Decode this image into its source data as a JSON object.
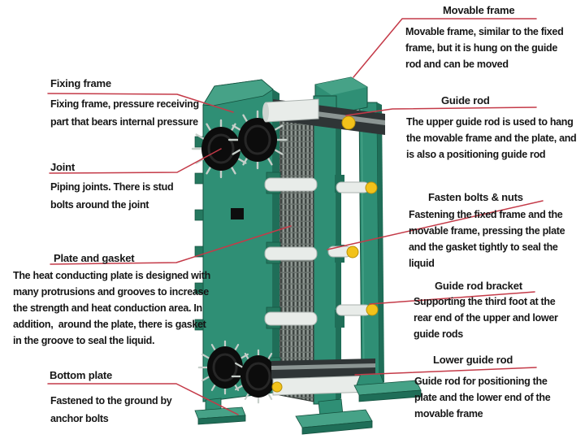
{
  "colors": {
    "background": "#ffffff",
    "text": "#161616",
    "leader_red": "#c43a48",
    "machine_green": "#2f8f75",
    "machine_green_light": "#46a287",
    "machine_green_dark": "#1f6e58",
    "machine_green_edge": "#14523f",
    "plate_dark": "#3f4643",
    "plate_light": "#8d9691",
    "rod_silver": "#e8ece9",
    "rod_silver_shade": "#aab2ae",
    "rod_dark": "#2f3536",
    "rod_dark_highlight": "#8b9593",
    "cap_yellow": "#f2c21a",
    "cap_yellow_edge": "#b8900a",
    "port_black": "#0c0c0c",
    "stud_silver": "#c7cfca"
  },
  "callouts": {
    "fixing_frame": {
      "title": "Fixing frame",
      "lines": [
        "Fixing frame, pressure receiving",
        "part that bears internal pressure"
      ]
    },
    "joint": {
      "title": "Joint",
      "lines": [
        "Piping joints. There is stud",
        "bolts around the joint"
      ]
    },
    "plate_gasket": {
      "title": "Plate and gasket",
      "lines": [
        "The heat conducting plate is designed with",
        "many protrusions and grooves to increase",
        "the strength and heat conduction area. In",
        "addition,  around the plate, there is gasket",
        "in the groove to seal the liquid."
      ]
    },
    "bottom_plate": {
      "title": "Bottom plate",
      "lines": [
        "Fastened to the ground by",
        "anchor bolts"
      ]
    },
    "movable_frame": {
      "title": "Movable frame",
      "lines": [
        "Movable frame, similar to the fixed",
        "frame, but it is hung on the guide",
        "rod and can be moved"
      ]
    },
    "guide_rod": {
      "title": "Guide rod",
      "lines": [
        "The upper guide rod is used to hang",
        "the movable frame and the plate, and",
        "is also a positioning guide rod"
      ]
    },
    "fasten_bolts": {
      "title": "Fasten bolts & nuts",
      "lines": [
        "Fastening the fixed frame and the",
        "movable frame, pressing the plate",
        "and the gasket tightly to seal the",
        "liquid"
      ]
    },
    "guide_rod_bracket": {
      "title": "Guide rod bracket",
      "lines": [
        "Supporting the third foot at the",
        "rear end of the upper and lower",
        "guide rods"
      ]
    },
    "lower_guide_rod": {
      "title": "Lower guide rod",
      "lines": [
        "Guide rod for positioning the",
        "plate and the lower end of the",
        "movable frame"
      ]
    }
  }
}
